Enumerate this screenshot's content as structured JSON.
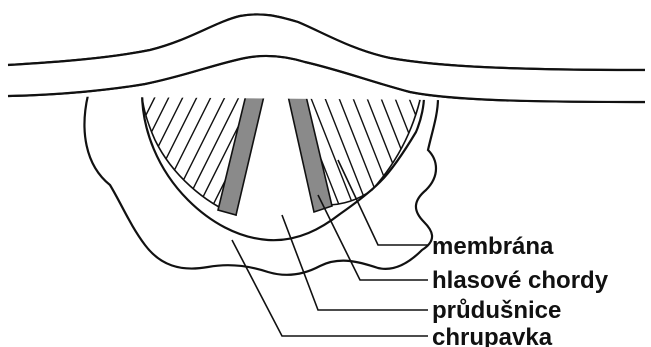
{
  "labels": {
    "membrana": "membrána",
    "hlasove_chordy": "hlasové chordy",
    "prudusnice": "průdušnice",
    "chrupavka": "chrupavka"
  },
  "colors": {
    "outline": "#111111",
    "vocal_cords": "#8a8a8a",
    "background": "#ffffff"
  }
}
